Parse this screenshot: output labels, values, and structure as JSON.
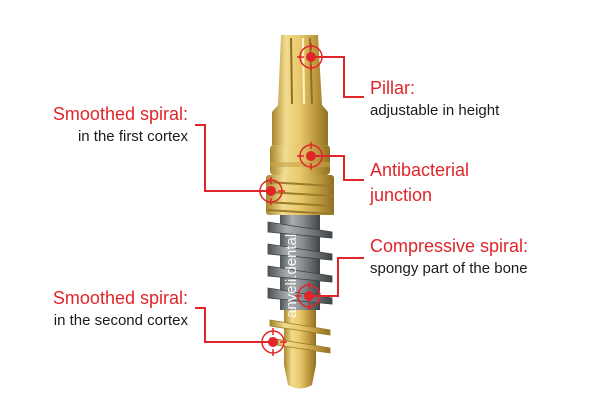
{
  "colors": {
    "accent": "#e0262b",
    "text": "#1b1b1b",
    "gold": "#d9b85c",
    "steel": "#7f8487"
  },
  "callouts": {
    "pillar": {
      "title": "Pillar:",
      "desc": "adjustable in height"
    },
    "antibacterial": {
      "title": "Antibacterial",
      "desc": "junction"
    },
    "compressive": {
      "title": "Compressive spiral:",
      "desc": "spongy part of the bone"
    },
    "smoothed_first": {
      "title": "Smoothed spiral:",
      "desc": "in the first cortex"
    },
    "smoothed_second": {
      "title": "Smoothed spiral:",
      "desc": "in the second cortex"
    }
  },
  "watermark": "anveli.dental"
}
